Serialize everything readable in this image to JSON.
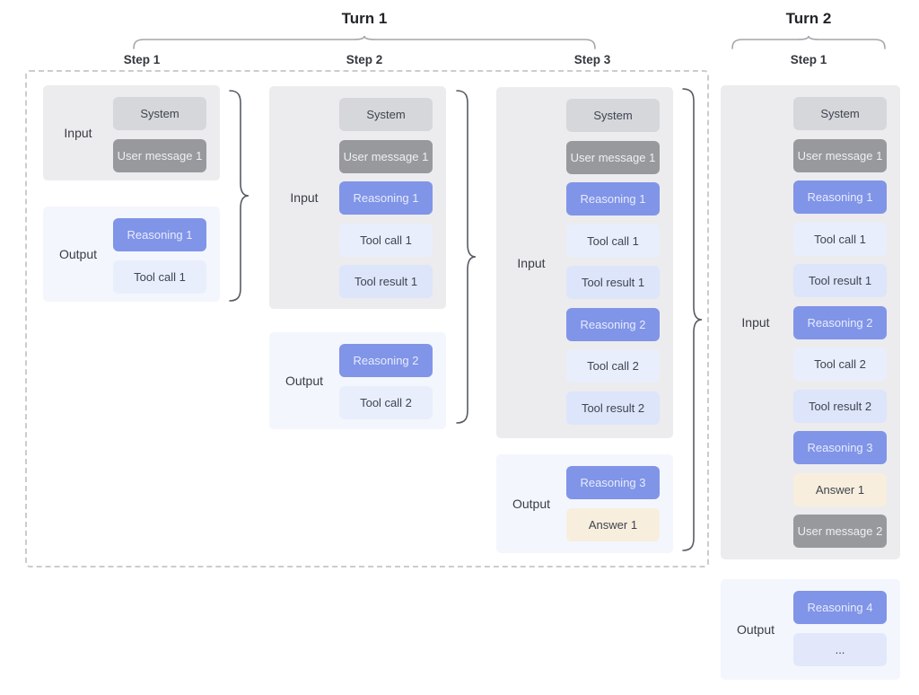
{
  "colors": {
    "panelInput": "#ececee",
    "panelOutput": "#f3f6fd",
    "system": "#d5d7da",
    "user": "#97999d",
    "reasoning": "#8094e8",
    "reasoningText": "#e7ecfb",
    "toolcall": "#e9eefc",
    "toolresult": "#dde5fb",
    "answer": "#f8eedd",
    "ellipsis": "#e2e8fa",
    "darkText": "#3f4450",
    "lightText": "#eef0f2",
    "braceVertical": "#565b64",
    "braceHorizontal": "#a3a6aa",
    "dashedBorder": "#cbccce"
  },
  "turn1": {
    "title": "Turn 1",
    "step_labels": [
      "Step 1",
      "Step 2",
      "Step 3"
    ]
  },
  "turn2": {
    "title": "Turn 2",
    "step_labels": [
      "Step 1"
    ]
  },
  "columns": [
    {
      "id": "turn1-step1",
      "input": {
        "label": "Input",
        "chips": [
          {
            "k": "system",
            "t": "System"
          },
          {
            "k": "user",
            "t": "User message 1"
          }
        ]
      },
      "output": {
        "label": "Output",
        "chips": [
          {
            "k": "reasoning",
            "t": "Reasoning 1"
          },
          {
            "k": "toolcall",
            "t": "Tool call 1"
          }
        ]
      }
    },
    {
      "id": "turn1-step2",
      "input": {
        "label": "Input",
        "chips": [
          {
            "k": "system",
            "t": "System"
          },
          {
            "k": "user",
            "t": "User message 1"
          },
          {
            "k": "reasoning",
            "t": "Reasoning 1"
          },
          {
            "k": "toolcall",
            "t": "Tool call 1"
          },
          {
            "k": "toolresult",
            "t": "Tool result 1"
          }
        ]
      },
      "output": {
        "label": "Output",
        "chips": [
          {
            "k": "reasoning",
            "t": "Reasoning 2"
          },
          {
            "k": "toolcall",
            "t": "Tool call 2"
          }
        ]
      }
    },
    {
      "id": "turn1-step3",
      "input": {
        "label": "Input",
        "chips": [
          {
            "k": "system",
            "t": "System"
          },
          {
            "k": "user",
            "t": "User message 1"
          },
          {
            "k": "reasoning",
            "t": "Reasoning 1"
          },
          {
            "k": "toolcall",
            "t": "Tool call 1"
          },
          {
            "k": "toolresult",
            "t": "Tool result 1"
          },
          {
            "k": "reasoning",
            "t": "Reasoning 2"
          },
          {
            "k": "toolcall",
            "t": "Tool call 2"
          },
          {
            "k": "toolresult",
            "t": "Tool result 2"
          }
        ]
      },
      "output": {
        "label": "Output",
        "chips": [
          {
            "k": "reasoning",
            "t": "Reasoning 3"
          },
          {
            "k": "answer",
            "t": "Answer 1"
          }
        ]
      }
    },
    {
      "id": "turn2-step1",
      "input": {
        "label": "Input",
        "chips": [
          {
            "k": "system",
            "t": "System"
          },
          {
            "k": "user",
            "t": "User message 1"
          },
          {
            "k": "reasoning",
            "t": "Reasoning 1"
          },
          {
            "k": "toolcall",
            "t": "Tool call 1"
          },
          {
            "k": "toolresult",
            "t": "Tool result 1"
          },
          {
            "k": "reasoning",
            "t": "Reasoning 2"
          },
          {
            "k": "toolcall",
            "t": "Tool call 2"
          },
          {
            "k": "toolresult",
            "t": "Tool result 2"
          },
          {
            "k": "reasoning",
            "t": "Reasoning 3"
          },
          {
            "k": "answer",
            "t": "Answer 1"
          },
          {
            "k": "user",
            "t": "User message 2"
          }
        ]
      },
      "output": {
        "label": "Output",
        "chips": [
          {
            "k": "reasoning",
            "t": "Reasoning 4"
          },
          {
            "k": "ellipsis",
            "t": "..."
          }
        ]
      }
    }
  ]
}
